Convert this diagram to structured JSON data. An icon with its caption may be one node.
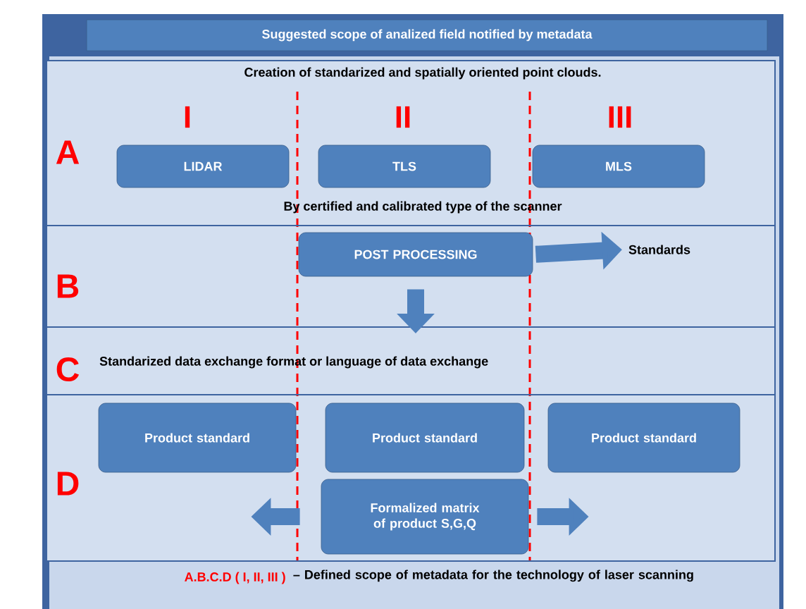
{
  "diagram": {
    "title": "Suggested scope of analized field notified by metadata",
    "caption": "– Defined scope of metadata for the technology of laser scanning",
    "nodes": [
      {
        "text": [
          "A",
          "Creation of standarized and spatially oriented point clouds.",
          "By certified and calibrated type of the scanner"
        ]
      },
      {
        "text": [
          "LIDAR"
        ],
        "in": 0
      },
      {
        "text": [
          "TLS"
        ],
        "in": 0
      },
      {
        "text": [
          "MLS"
        ],
        "in": 0
      },
      {
        "text": [
          "B"
        ]
      },
      {
        "text": [
          "POST PROCESSING"
        ],
        "in": 4
      },
      {
        "text": [
          "Standards"
        ],
        "in": 4
      },
      {
        "text": [
          "C",
          "Standarized data exchange format or language of data exchange"
        ]
      },
      {
        "text": [
          "D"
        ]
      },
      {
        "text": [
          "Product standard"
        ],
        "in": 8
      },
      {
        "text": [
          "Product standard"
        ],
        "in": 8
      },
      {
        "text": [
          "Product standard"
        ],
        "in": 8
      },
      {
        "text": [
          "Formalized matrix of product S,G,Q"
        ],
        "in": 8
      }
    ],
    "edges": [
      {
        "from": 5,
        "to": 6,
        "arrow": "to"
      },
      {
        "from": 5,
        "to": 7,
        "arrow": "to"
      },
      {
        "from": 12,
        "to": 9,
        "arrow": "to"
      },
      {
        "from": 12,
        "to": 11,
        "arrow": "to"
      }
    ],
    "labels": [
      "I",
      "II",
      "III",
      "A.B.C.D ( I, II, III )"
    ]
  }
}
